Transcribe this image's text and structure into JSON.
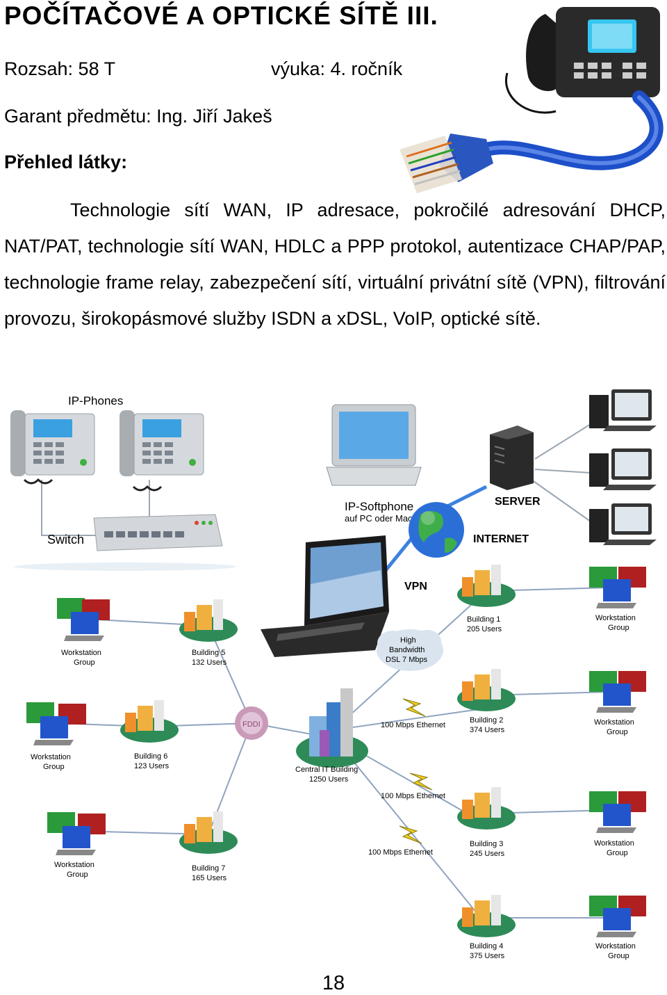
{
  "document": {
    "title": "POČÍTAČOVÉ A OPTICKÉ SÍTĚ III.",
    "scope": "Rozsah: 58 T",
    "year": "výuka: 4. ročník",
    "guarantor": "Garant předmětu: Ing. Jiří Jakeš",
    "overview_heading": "Přehled látky:",
    "overview_text": "Technologie sítí WAN, IP adresace, pokročilé adresování DHCP, NAT/PAT, technologie sítí WAN, HDLC a PPP protokol, autentizace CHAP/PAP, technologie frame relay, zabezpečení sítí, virtuální privátní sítě (VPN), filtrování provozu, širokopásmové služby ISDN a xDSL, VoIP, optické sítě.",
    "page_number": "18"
  },
  "diagram": {
    "ip_phones": "IP-Phones",
    "switch": "Switch",
    "softphone_line1": "IP-Softphone",
    "softphone_line2": "auf PC oder Mac",
    "server": "SERVER",
    "internet": "INTERNET",
    "vpn": "VPN",
    "fddi": "FDDI",
    "bandwidth": [
      "High",
      "Bandwidth",
      "DSL 7 Mbps"
    ],
    "central": [
      "Central IT Building",
      "1250 Users"
    ],
    "ethernet": [
      "100 Mbps Ethernet",
      "100 Mbps Ethernet",
      "100 Mbps Ethernet"
    ],
    "buildings": [
      [
        "Building 1",
        "205 Users"
      ],
      [
        "Building 2",
        "374 Users"
      ],
      [
        "Building 3",
        "245 Users"
      ],
      [
        "Building 4",
        "375 Users"
      ],
      [
        "Building 5",
        "132 Users"
      ],
      [
        "Building 6",
        "123 Users"
      ],
      [
        "Building 7",
        "165 Users"
      ]
    ],
    "workstation": [
      "Workstation",
      "Group"
    ]
  },
  "colors": {
    "cable_blue": "#1d4fc9",
    "globe_blue": "#2b6fd6",
    "ground_green": "#2e8b57",
    "bolt_yellow": "#f0d020"
  }
}
